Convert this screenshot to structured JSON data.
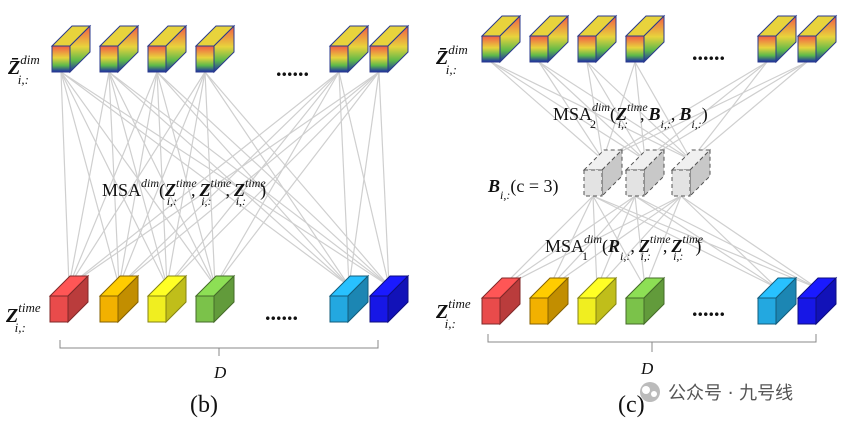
{
  "colors": {
    "gradient_top": "#f25a45",
    "gradient_mid": "#e8d33c",
    "gradient_low": "#5cb84a",
    "gradient_bottom": "#1a2aa8",
    "edge_line": "#cfcfcf",
    "router_fill": "#e3e3e3",
    "router_stroke": "#555555"
  },
  "palette_bottom": [
    "#e94b4b",
    "#f2b100",
    "#f0ee20",
    "#7bc24a",
    "#23a8e0",
    "#1717e6"
  ],
  "panel_b": {
    "caption": "(b)",
    "top_label_base": "Z̄",
    "top_label_sup": "dim",
    "top_label_sub": "i,:",
    "bottom_label_base": "Z",
    "bottom_label_sup": "time",
    "bottom_label_sub": "i,:",
    "ellipsis": "......",
    "msa_prefix": "MSA",
    "msa_sup": "dim",
    "msa_args": "(Z^time_i,: , Z^time_i,: , Z^time_i,:)",
    "msa_open": "(",
    "msa_arg_base": "Z",
    "msa_arg_sup": "time",
    "msa_arg_sub": "i,:",
    "msa_sep": ",",
    "msa_close": ")",
    "brace_label": "D"
  },
  "panel_c": {
    "caption": "(c)",
    "top_label_base": "Z̄",
    "top_label_sup": "dim",
    "top_label_sub": "i,:",
    "bottom_label_base": "Z",
    "bottom_label_sup": "time",
    "bottom_label_sub": "i,:",
    "ellipsis": "......",
    "router_label": "B",
    "router_sub": "i,:",
    "router_cond": "(c = 3)",
    "msa2_prefix": "MSA",
    "msa2_sub": "2",
    "msa2_sup": "dim",
    "msa2_arg1_base": "Z",
    "msa2_arg1_sup": "time",
    "msa2_arg1_sub": "i,:",
    "msa2_arg2_base": "B",
    "msa2_arg2_sub": "i,:",
    "msa2_arg3_base": "B",
    "msa2_arg3_sub": "i,:",
    "msa1_prefix": "MSA",
    "msa1_sub": "1",
    "msa1_sup": "dim",
    "msa1_arg1_base": "R",
    "msa1_arg1_sub": "i,:",
    "msa1_arg2_base": "Z",
    "msa1_arg2_sup": "time",
    "msa1_arg2_sub": "i,:",
    "msa1_arg3_base": "Z",
    "msa1_arg3_sup": "time",
    "msa1_arg3_sub": "i,:",
    "brace_label": "D"
  },
  "watermark": "公众号 · 九号线"
}
